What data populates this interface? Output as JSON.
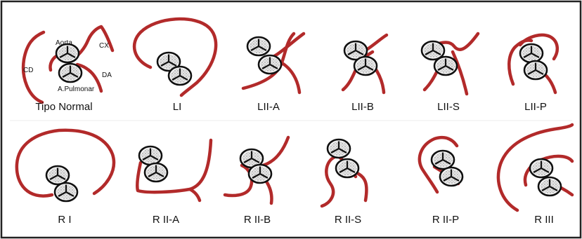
{
  "panels": [
    {
      "id": "normal",
      "label": "Tipo Normal"
    },
    {
      "id": "li",
      "label": "LI"
    },
    {
      "id": "lii-a",
      "label": "LII-A"
    },
    {
      "id": "lii-b",
      "label": "LII-B"
    },
    {
      "id": "lii-s",
      "label": "LII-S"
    },
    {
      "id": "lii-p",
      "label": "LII-P"
    },
    {
      "id": "ri",
      "label": "R I"
    },
    {
      "id": "rii-a",
      "label": "R II-A"
    },
    {
      "id": "rii-b",
      "label": "R II-B"
    },
    {
      "id": "rii-s",
      "label": "R II-S"
    },
    {
      "id": "rii-p",
      "label": "R II-P"
    },
    {
      "id": "riii",
      "label": "R III"
    }
  ],
  "annotations": {
    "aorta": "Aorta",
    "pulmonary": "A.Pulmonar",
    "cd": "CD",
    "cx": "CX",
    "da": "DA"
  },
  "colors": {
    "artery": "#b22a2a",
    "border": "#222222",
    "valve_ring": "#111111"
  }
}
